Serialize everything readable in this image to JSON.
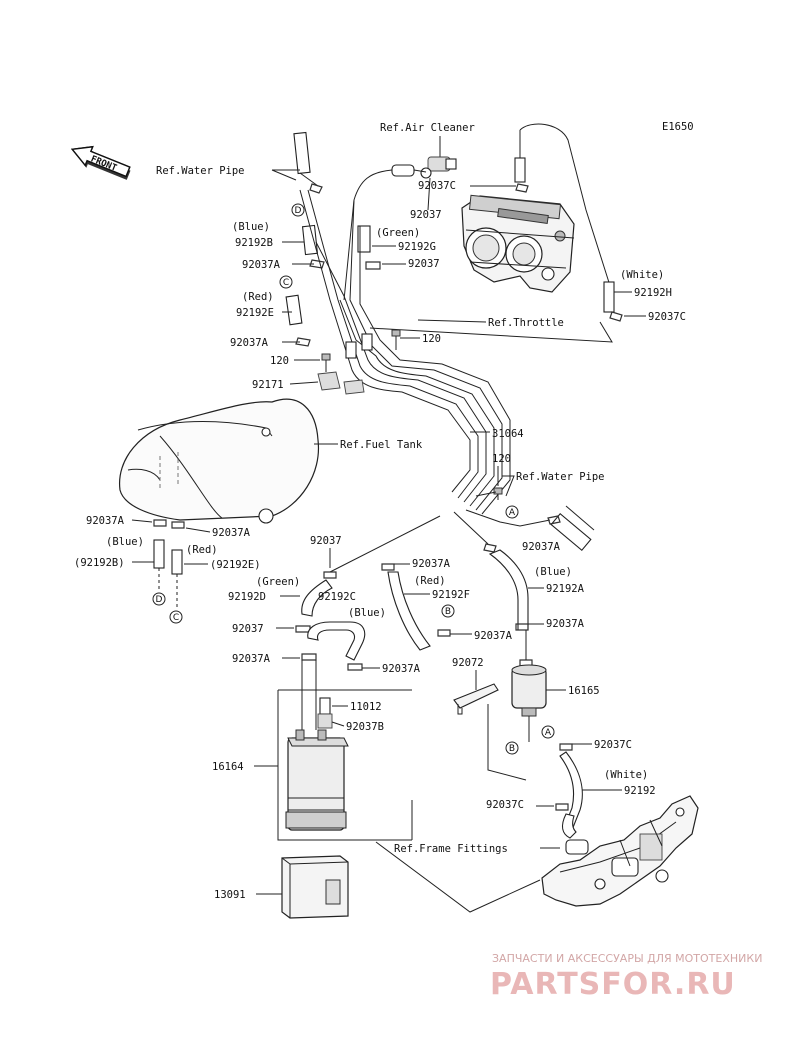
{
  "diagram_code": "E1650",
  "front_label": "FRONT",
  "refs": {
    "water_pipe_top": "Ref.Water Pipe",
    "air_cleaner": "Ref.Air Cleaner",
    "throttle": "Ref.Throttle",
    "fuel_tank": "Ref.Fuel Tank",
    "water_pipe_right": "Ref.Water Pipe",
    "frame_fittings": "Ref.Frame Fittings"
  },
  "parts": {
    "p92037C_top": "92037C",
    "p92037_air": "92037",
    "p92037_green": "92037",
    "p92192G_green": "92192G",
    "green_top": "(Green)",
    "blue_top": "(Blue)",
    "p92192B": "92192B",
    "p92037A_1": "92037A",
    "red_top": "(Red)",
    "p92192E": "92192E",
    "p92037A_2": "92037A",
    "p120_a": "120",
    "p120_b": "120",
    "p92171": "92171",
    "white_top": "(White)",
    "p92192H": "92192H",
    "p92037C_right": "92037C",
    "p31064": "31064",
    "p120_c": "120",
    "p92037A_left": "92037A",
    "p92037A_left2": "92037A",
    "blue_left": "(Blue)",
    "red_left": "(Red)",
    "p92192B_paren": "(92192B)",
    "p92192E_paren": "(92192E)",
    "p92037_mid": "92037",
    "green_mid": "(Green)",
    "p92192D": "92192D",
    "p92192C": "92192C",
    "blue_mid": "(Blue)",
    "p92037A_red": "92037A",
    "red_mid": "(Red)",
    "p92192F": "92192F",
    "p92037A_mid": "92037A",
    "p92037A_right": "92037A",
    "blue_right": "(Blue)",
    "p92192A": "92192A",
    "p92037A_r2": "92037A",
    "p92037_low": "92037",
    "p92037A_low": "92037A",
    "p92037A_low2": "92037A",
    "p92072": "92072",
    "p16165": "16165",
    "p11012": "11012",
    "p92037B": "92037B",
    "p16164": "16164",
    "p92037C_low": "92037C",
    "white_low": "(White)",
    "p92192": "92192",
    "p92037C_bottom": "92037C",
    "p13091": "13091"
  },
  "connectors": {
    "D": "D",
    "C": "C",
    "A": "A",
    "B": "B"
  },
  "watermark": {
    "line1": "ЗАПЧАСТИ И АКСЕССУАРЫ ДЛЯ МОТОТЕХНИКИ",
    "line2": "PARTSFOR.RU"
  }
}
